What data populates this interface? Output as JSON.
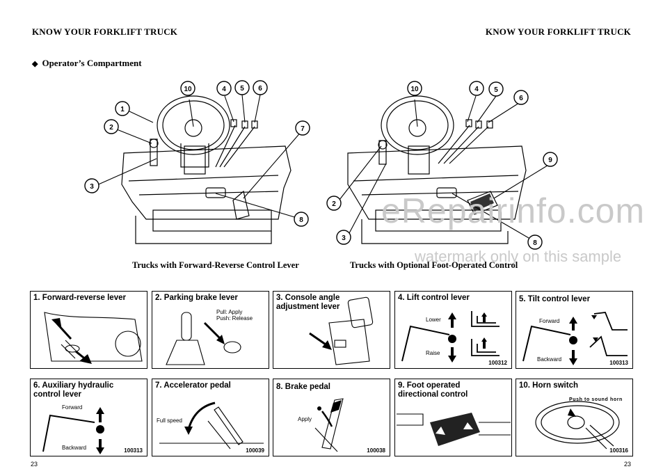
{
  "header": {
    "left": "KNOW YOUR FORKLIFT TRUCK",
    "right": "KNOW YOUR FORKLIFT TRUCK"
  },
  "section": {
    "bullet": "◆",
    "title": "Operator’s Compartment"
  },
  "figures": {
    "left_caption": "Trucks with Forward-Reverse Control Lever",
    "right_caption": "Trucks with Optional Foot-Operated Control",
    "left_callouts": [
      "10",
      "4",
      "5",
      "6",
      "1",
      "2",
      "7",
      "3",
      "8"
    ],
    "right_callouts": [
      "10",
      "4",
      "5",
      "6",
      "9",
      "2",
      "3",
      "8"
    ]
  },
  "watermark": {
    "main": "eRepairinfo.com",
    "sub": "watermark only on this sample"
  },
  "panels": [
    {
      "title": "1. Forward-reverse lever",
      "labels": [],
      "code": ""
    },
    {
      "title": "2. Parking brake lever",
      "labels": [
        "Pull: Apply",
        "Push: Release"
      ],
      "code": ""
    },
    {
      "title": "3. Console angle adjustment lever",
      "labels": [],
      "code": ""
    },
    {
      "title": "4. Lift control lever",
      "labels": [
        "Lower",
        "Raise"
      ],
      "code": "100312"
    },
    {
      "title": "5. Tilt control lever",
      "labels": [
        "Forward",
        "Backward"
      ],
      "code": "100313"
    },
    {
      "title": "6. Auxiliary hydraulic control lever",
      "labels": [
        "Forward",
        "Backward"
      ],
      "code": "100313"
    },
    {
      "title": "7. Accelerator pedal",
      "labels": [
        "Full speed"
      ],
      "code": "100039"
    },
    {
      "title": "8. Brake pedal",
      "labels": [
        "Apply"
      ],
      "code": "100038"
    },
    {
      "title": "9. Foot operated directional control",
      "labels": [],
      "code": ""
    },
    {
      "title": "10. Horn switch",
      "labels": [
        "Push to sound horn"
      ],
      "code": "100316"
    }
  ],
  "page_numbers": {
    "left": "23",
    "right": "23"
  }
}
